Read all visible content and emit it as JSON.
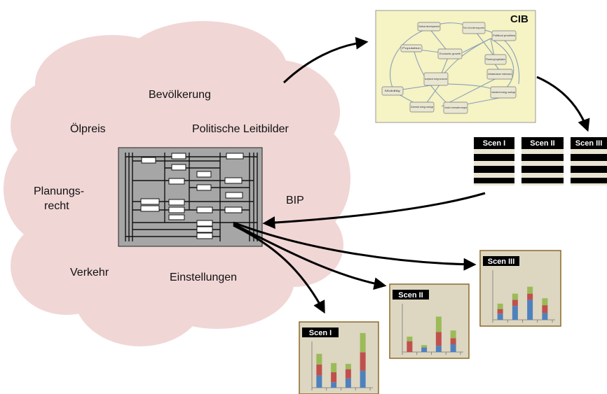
{
  "cloud": {
    "labels": {
      "population": "Bevölkerung",
      "oil_price": "Ölpreis",
      "political_goals": "Politische Leitbilder",
      "planning_law_1": "Planungs-",
      "planning_law_2": "recht",
      "gdp": "BIP",
      "traffic": "Verkehr",
      "attitudes": "Einstellungen"
    }
  },
  "cib": {
    "title": "CIB",
    "nodes": {
      "global_development": "Global development",
      "oil_price": "Price of oil and other energy carriers",
      "political_priorities": "Political priorities",
      "population": "Population",
      "economic_growth": "Economic growth",
      "planning_legislation": "Planning legislation",
      "acceptance": "Acceptance energy turnaround",
      "infrastructure": "Infrastructure extension",
      "mobility": "Mobility",
      "industrial_savings": "Industrial energy savings",
      "domestic_savings": "Domestic energy savings",
      "renewables": "Growth of renewable energies"
    }
  },
  "scenarios": {
    "labels": [
      "Scen I",
      "Scen II",
      "Scen III"
    ]
  },
  "charts": [
    {
      "name": "Scen I",
      "bg": "#ddd6c1",
      "stacks": [
        {
          "blue": 16,
          "red": 14,
          "green": 14
        },
        {
          "blue": 7,
          "red": 13,
          "green": 12
        },
        {
          "blue": 12,
          "red": 12,
          "green": 7
        },
        {
          "blue": 22,
          "red": 24,
          "green": 25
        }
      ]
    },
    {
      "name": "Scen II",
      "bg": "#ddd6c1",
      "stacks": [
        {
          "blue": 0,
          "red": 14,
          "green": 6
        },
        {
          "blue": 6,
          "red": 0,
          "green": 3
        },
        {
          "blue": 8,
          "red": 18,
          "green": 20
        },
        {
          "blue": 10,
          "red": 8,
          "green": 10
        }
      ]
    },
    {
      "name": "Scen III",
      "bg": "#ddd6c1",
      "stacks": [
        {
          "blue": 8,
          "red": 6,
          "green": 7
        },
        {
          "blue": 18,
          "red": 8,
          "green": 8
        },
        {
          "blue": 26,
          "red": 8,
          "green": 9
        },
        {
          "blue": 9,
          "red": 10,
          "green": 9
        }
      ]
    }
  ],
  "colors": {
    "cloud": "#f1d6d6",
    "cib_panel": "#f6f3c4",
    "bar_blue": "#4f81bd",
    "bar_red": "#c0504d",
    "bar_green": "#9bbb59"
  }
}
